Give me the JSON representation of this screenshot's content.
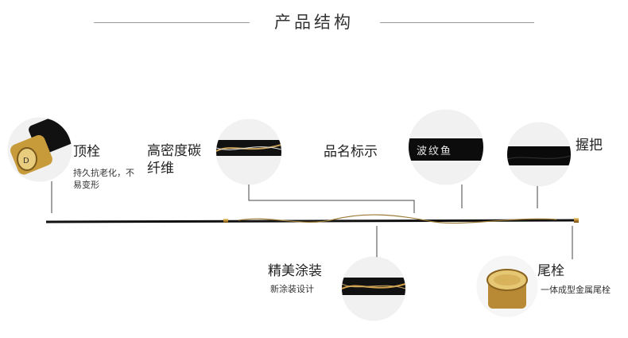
{
  "title": "产品结构",
  "parts": {
    "top_plug": {
      "label": "顶栓",
      "desc_line1": "持久抗老化，不",
      "desc_line2": "易变形"
    },
    "carbon": {
      "label_line1": "高密度碳",
      "label_line2": "纤维"
    },
    "name_mark": {
      "label": "品名标示",
      "rod_text": "波纹鱼"
    },
    "grip": {
      "label": "握把"
    },
    "coating": {
      "label": "精美涂装",
      "desc": "新涂装设计"
    },
    "tail_plug": {
      "label": "尾栓",
      "desc": "一体成型金属尾栓"
    }
  }
}
